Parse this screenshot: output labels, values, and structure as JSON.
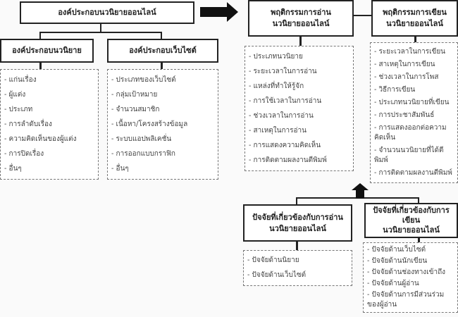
{
  "top": {
    "title": "องค์ประกอบนวนิยายออนไลน์"
  },
  "novel": {
    "title": "องค์ประกอบนวนิยาย",
    "items": [
      "- แก่นเรื่อง",
      "- ผู้แต่ง",
      "- ประเภท",
      "- การลำดับเรื่อง",
      "- ความคิดเห็นของผู้แต่ง",
      "- การปิดเรื่อง",
      "- อื่นๆ"
    ]
  },
  "web": {
    "title": "องค์ประกอบเว็บไซต์",
    "items": [
      "- ประเภทของเว็บไซต์",
      "- กลุ่มเป้าหมาย",
      "- จำนวนสมาชิก",
      "- เนื้อหา/โครงสร้างข้อมูล",
      "- ระบบแอปพลิเคชั่น",
      "- การออกแบบกราฟิก",
      "- อื่นๆ"
    ]
  },
  "reading": {
    "title1": "พฤติกรรมการอ่าน",
    "title2": "นวนิยายออนไลน์",
    "items": [
      "- ประเภทนวนิยาย",
      "- ระยะเวลาในการอ่าน",
      "- แหล่งที่ทำให้รู้จัก",
      "- การใช้เวลาในการอ่าน",
      "- ช่วงเวลาในการอ่าน",
      "- สาเหตุในการอ่าน",
      "- การแสดงความคิดเห็น",
      "- การติดตามผลงานตีพิมพ์"
    ]
  },
  "writing": {
    "title1": "พฤติกรรมการเขียน",
    "title2": "นวนิยายออนไลน์",
    "items": [
      "- ระยะเวลาในการเขียน",
      "- สาเหตุในการเขียน",
      "- ช่วงเวลาในการโพส",
      "- วิธีการเขียน",
      "- ประเภทนวนิยายที่เขียน",
      "- การประชาสัมพันธ์",
      "- การแสดงออกต่อความคิดเห็น",
      "- จำนวนนวนิยายที่ได้ตีพิมพ์",
      "- การติดตามผลงานตีพิมพ์"
    ]
  },
  "readFactors": {
    "title1": "ปัจจัยที่เกี่ยวข้องกับการอ่าน",
    "title2": "นวนิยายออนไลน์",
    "items": [
      "- ปัจจัยด้านนิยาย",
      "- ปัจจัยด้านเว็บไซต์"
    ]
  },
  "writeFactors": {
    "title1": "ปัจจัยที่เกี่ยวข้องกับการเขียน",
    "title2": "นวนิยายออนไลน์",
    "items": [
      "- ปัจจัยด้านเว็บไซต์",
      "- ปัจจัยด้านนักเขียน",
      "- ปัจจัยด้านช่องทางเข้าถึง",
      "- ปัจจัยด้านผู้อ่าน",
      "- ปัจจัยด้านการมีส่วนร่วมของผู้อ่าน"
    ]
  }
}
